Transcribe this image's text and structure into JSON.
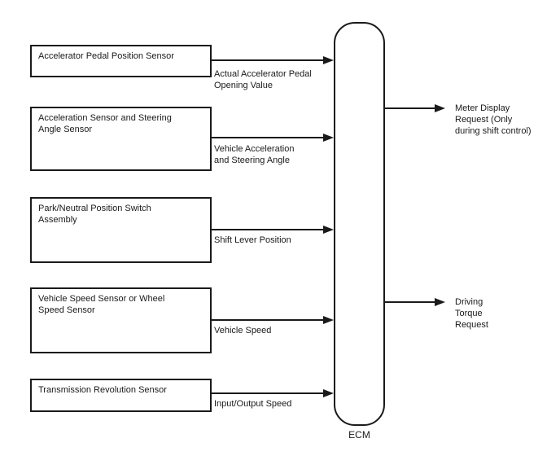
{
  "diagram": {
    "ecm_label": "ECM",
    "inputs": [
      {
        "box": "Accelerator Pedal Position Sensor",
        "signal": "Actual Accelerator Pedal\nOpening Value"
      },
      {
        "box": "Acceleration Sensor and Steering\nAngle Sensor",
        "signal": "Vehicle Acceleration\nand Steering Angle"
      },
      {
        "box": "Park/Neutral Position Switch\nAssembly",
        "signal": "Shift Lever Position"
      },
      {
        "box": "Vehicle Speed Sensor or Wheel\nSpeed Sensor",
        "signal": "Vehicle Speed"
      },
      {
        "box": "Transmission Revolution Sensor",
        "signal": "Input/Output Speed"
      }
    ],
    "outputs": [
      {
        "signal": "Meter Display\nRequest (Only\nduring shift control)"
      },
      {
        "signal": "Driving\nTorque\nRequest"
      }
    ],
    "colors": {
      "line": "#1a1a1a",
      "background": "#ffffff"
    }
  }
}
